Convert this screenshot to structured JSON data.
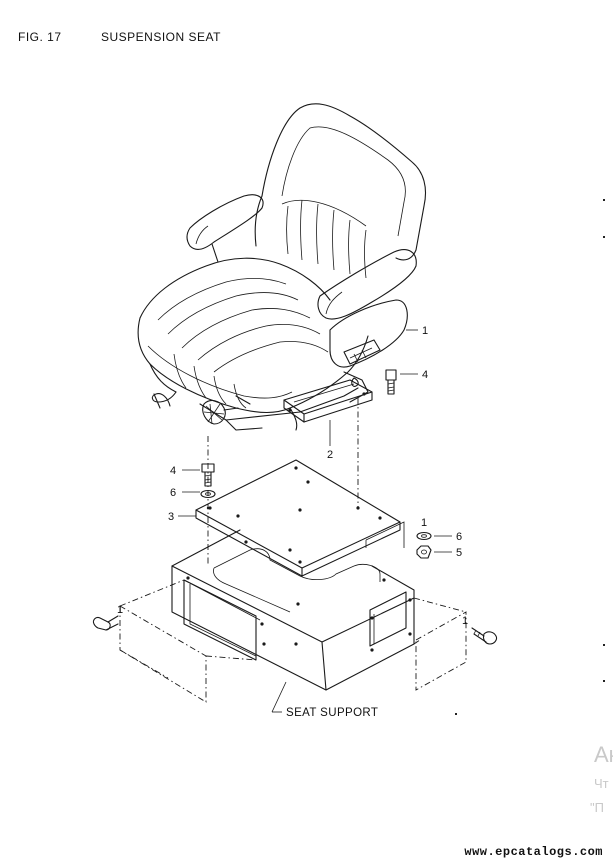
{
  "header": {
    "fig_number": "FIG. 17",
    "title": "SUSPENSION SEAT"
  },
  "callouts": [
    "1",
    "2",
    "3",
    "4",
    "4",
    "5",
    "6",
    "6",
    "1",
    "1",
    "1"
  ],
  "labels": {
    "seat_support": "SEAT SUPPORT"
  },
  "watermark": {
    "line1": "Ак",
    "line2": "Чт",
    "line3": "\"П"
  },
  "footer": {
    "site": "www.epcatalogs.com"
  }
}
